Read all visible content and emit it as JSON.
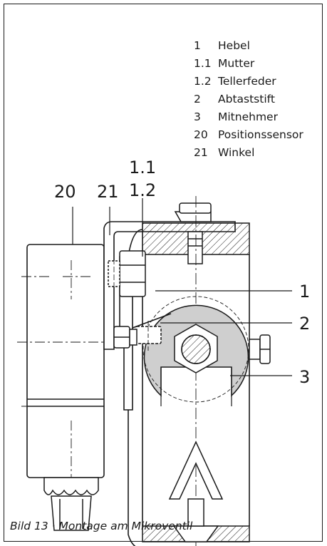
{
  "legend": [
    {
      "num": "1",
      "label": "Hebel"
    },
    {
      "num": "1.1",
      "label": "Mutter"
    },
    {
      "num": "1.2",
      "label": "Tellerfeder"
    },
    {
      "num": "2",
      "label": "Abtaststift"
    },
    {
      "num": "3",
      "label": "Mitnehmer"
    },
    {
      "num": "20",
      "label": "Positionssensor"
    },
    {
      "num": "21",
      "label": "Winkel"
    }
  ],
  "callouts": {
    "c20": "20",
    "c21": "21",
    "c1_1": "1.1",
    "c1_2": "1.2",
    "c1": "1",
    "c2": "2",
    "c3": "3"
  },
  "caption": "Bild 13 · Montage am Mikroventil"
}
